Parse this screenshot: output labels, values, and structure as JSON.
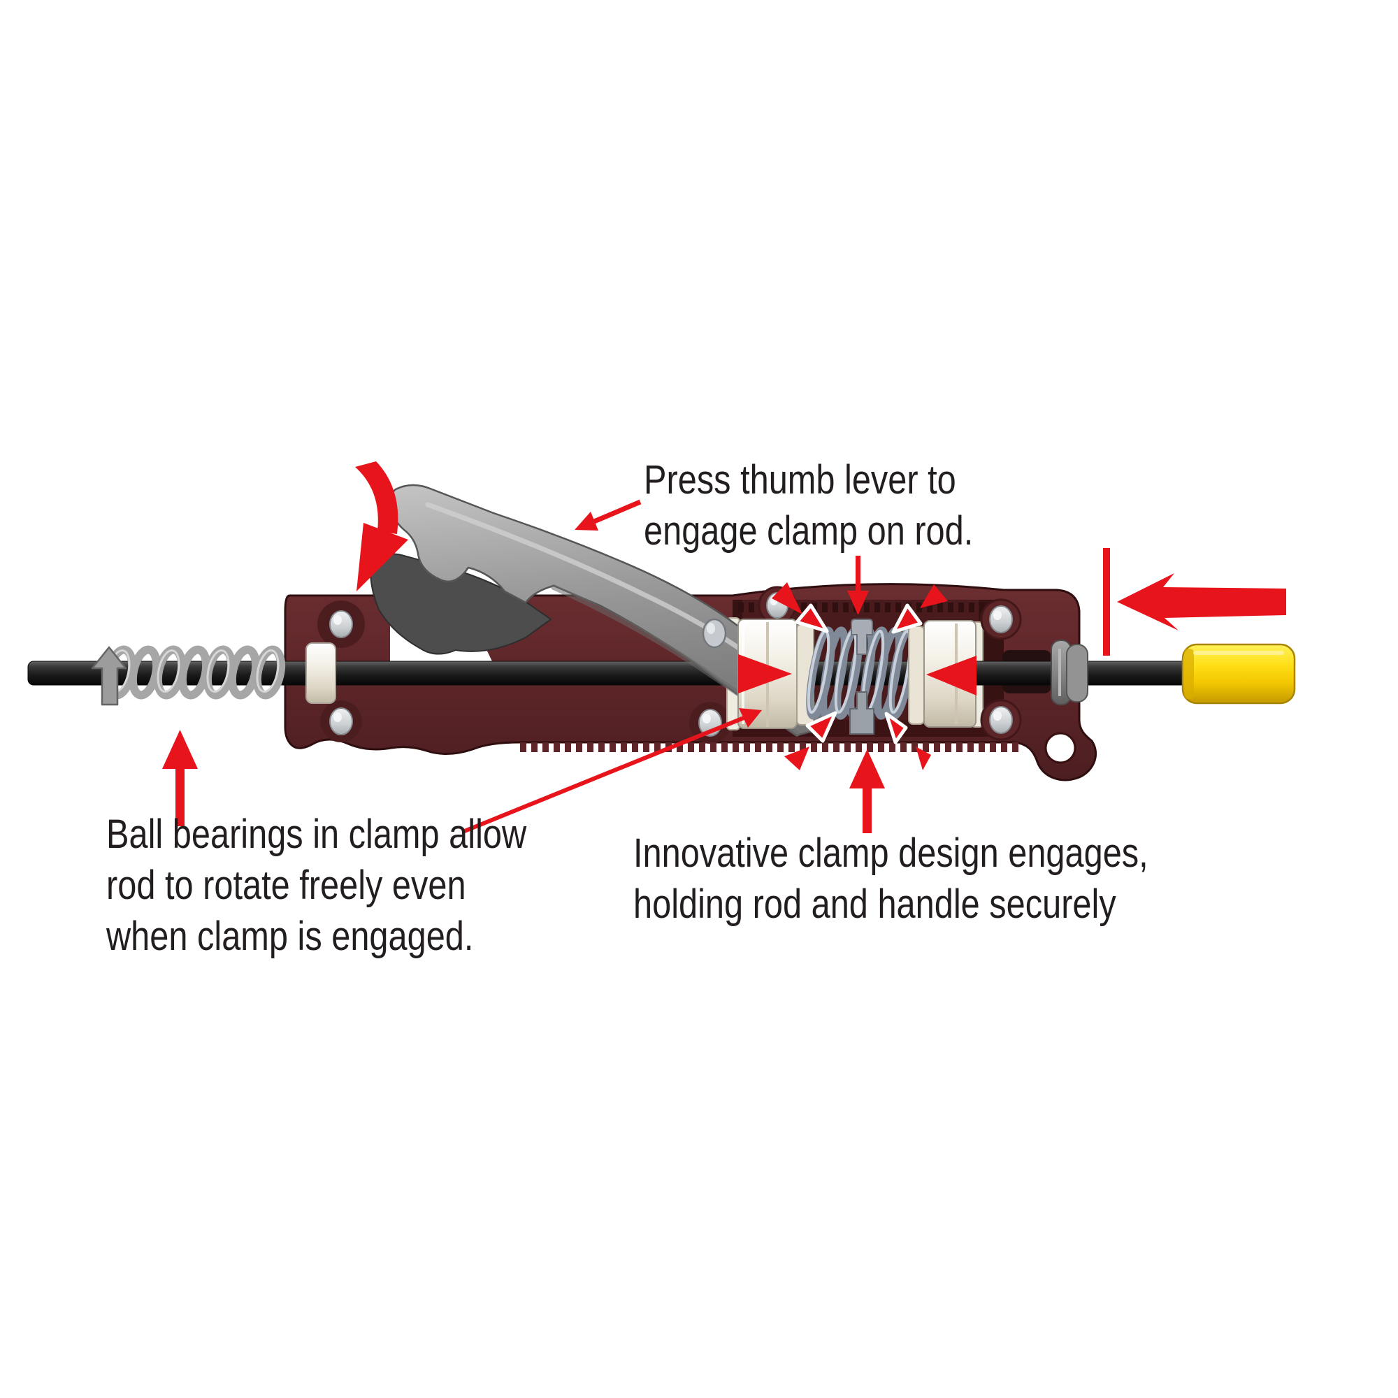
{
  "page": {
    "background": "#ffffff",
    "type": "product-feature-diagram",
    "subject": "Rod clamp handle cutaway illustration"
  },
  "labels": {
    "press_lever": {
      "line1": "Press thumb lever to",
      "line2": "engage clamp on rod."
    },
    "ball_bearings": {
      "line1": "Ball bearings in clamp allow",
      "line2": "rod to rotate freely even",
      "line3": "when clamp is engaged."
    },
    "clamp_design": {
      "line1": "Innovative clamp design engages,",
      "line2": "holding rod and handle securely"
    }
  },
  "colors": {
    "annotation_red": "#e8141c",
    "text": "#221d1e",
    "housing_maroon": "#5e2629",
    "housing_shadow": "#431719",
    "lever_gray": "#9b9b9b",
    "lever_pressed_gray": "#4d4d4d",
    "rod_black": "#1d1d1d",
    "end_cap_yellow": "#ffd916",
    "spring_blue_gray": "#9aa4b2",
    "collar_ivory": "#f2efe5",
    "rivet_silver": "#d9dcdf"
  },
  "icons": [
    "curved-press-motion-arrow",
    "lever-pointer-arrow",
    "clamp-pointer-arrow",
    "rod-insert-arrow",
    "rod-insert-stop-bar",
    "rod-rotation-arrow",
    "bearing-leader-arrow",
    "bearing-up-arrow",
    "clamp-up-arrow",
    "clamp-force-arrows"
  ]
}
